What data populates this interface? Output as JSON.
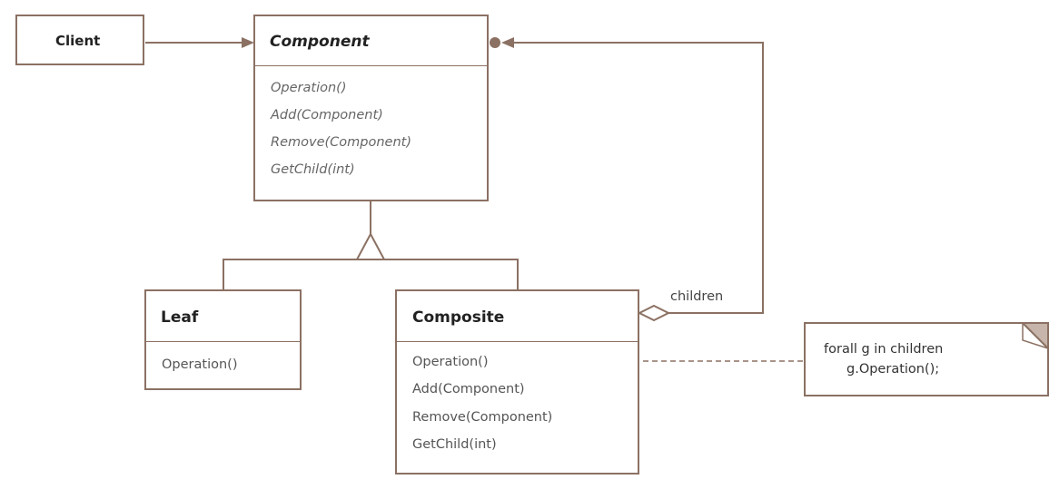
{
  "colors": {
    "stroke": "#8b7163",
    "note_corner": "#c7b5ab"
  },
  "classes": {
    "client": {
      "name": "Client"
    },
    "component": {
      "name": "Component",
      "operations": [
        "Operation()",
        "Add(Component)",
        "Remove(Component)",
        "GetChild(int)"
      ]
    },
    "leaf": {
      "name": "Leaf",
      "operations": [
        "Operation()"
      ]
    },
    "composite": {
      "name": "Composite",
      "operations": [
        "Operation()",
        "Add(Component)",
        "Remove(Component)",
        "GetChild(int)"
      ]
    }
  },
  "relations": {
    "children_label": "children"
  },
  "note": {
    "lines": [
      "forall g in children",
      "g.Operation();"
    ]
  }
}
